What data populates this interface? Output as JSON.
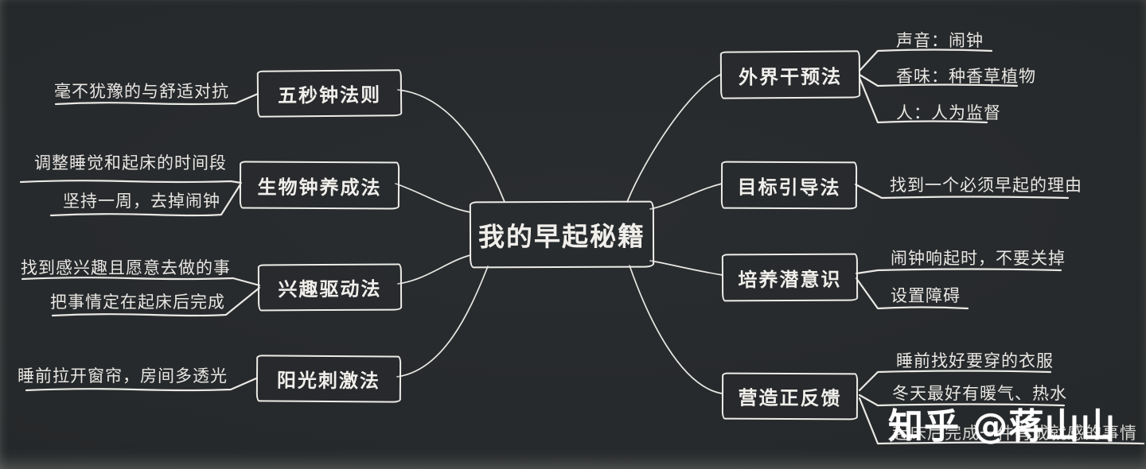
{
  "colors": {
    "background": "#26292b",
    "line": "#e9e8e4",
    "node_border": "#eeede9",
    "text": "#e9e7e3"
  },
  "watermark": {
    "text": "知乎 @蒋山山"
  },
  "mindmap": {
    "root": {
      "label": "我的早起秘籍"
    },
    "left_branches": [
      {
        "label": "五秒钟法则",
        "leaves": [
          "毫不犹豫的与舒适对抗"
        ]
      },
      {
        "label": "生物钟养成法",
        "leaves": [
          "调整睡觉和起床的时间段",
          "坚持一周，去掉闹钟"
        ]
      },
      {
        "label": "兴趣驱动法",
        "leaves": [
          "找到感兴趣且愿意去做的事",
          "把事情定在起床后完成"
        ]
      },
      {
        "label": "阳光刺激法",
        "leaves": [
          "睡前拉开窗帘，房间多透光"
        ]
      }
    ],
    "right_branches": [
      {
        "label": "外界干预法",
        "leaves": [
          "声音：闹钟",
          "香味：种香草植物",
          "人：人为监督"
        ]
      },
      {
        "label": "目标引导法",
        "leaves": [
          "找到一个必须早起的理由"
        ]
      },
      {
        "label": "培养潜意识",
        "leaves": [
          "闹钟响起时，不要关掉",
          "设置障碍"
        ]
      },
      {
        "label": "营造正反馈",
        "leaves": [
          "睡前找好要穿的衣服",
          "冬天最好有暖气、热水",
          "起床后完成一件有成就感的事情"
        ]
      }
    ]
  }
}
